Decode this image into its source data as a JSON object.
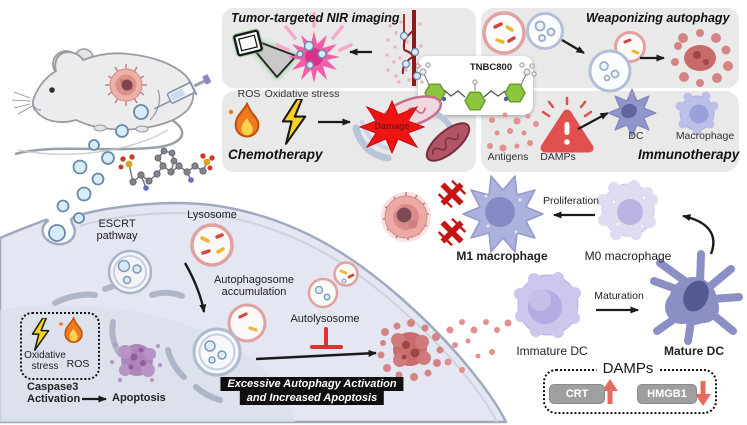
{
  "panels": {
    "nir": {
      "title": "Tumor-targeted NIR imaging"
    },
    "weaponizing": {
      "title": "Weaponizing autophagy"
    },
    "chemo": {
      "title": "Chemotherapy",
      "ros": "ROS",
      "oxidative_stress": "Oxidative stress",
      "damage": "Damage"
    },
    "immuno": {
      "title": "Immunotherapy",
      "antigens": "Antigens",
      "damps": "DAMPs",
      "dc": "DC",
      "macrophage": "Macrophage"
    }
  },
  "molecule": {
    "name": "TNBC800"
  },
  "cell": {
    "escrt": "ESCRT pathway",
    "lysosome": "Lysosome",
    "autophagosome": "Autophagosome accumulation",
    "autolysosome": "Autolysosome",
    "oxidative_stress": "Oxidative stress",
    "ros": "ROS",
    "caspase3": "Caspase3 Activation",
    "apoptosis": "Apoptosis",
    "banner_line1": "Excessive Autophagy Activation",
    "banner_line2": "and Increased Apoptosis"
  },
  "immune": {
    "m1": "M1 macrophage",
    "m0": "M0 macrophage",
    "proliferation": "Proliferation",
    "maturation": "Maturation",
    "immature_dc": "Immature DC",
    "mature_dc": "Mature DC"
  },
  "damps_box": {
    "title": "DAMPs",
    "crt": "CRT",
    "hmgb1": "HMGB1",
    "crt_direction": "up",
    "hmgb1_direction": "down"
  },
  "colors": {
    "panel_bg": "#e9e9ea",
    "cell_fill": "#e4e7f1",
    "damage_red": "#ee1414",
    "salmon": "#e8695e",
    "immune_purple": "#8b8fc3",
    "molecule_green": "#8cc63e",
    "nir_pink": "#f25fa6",
    "lysosome_pink": "#dfa1a1",
    "vesicle_blue": "#b0bbd2"
  }
}
